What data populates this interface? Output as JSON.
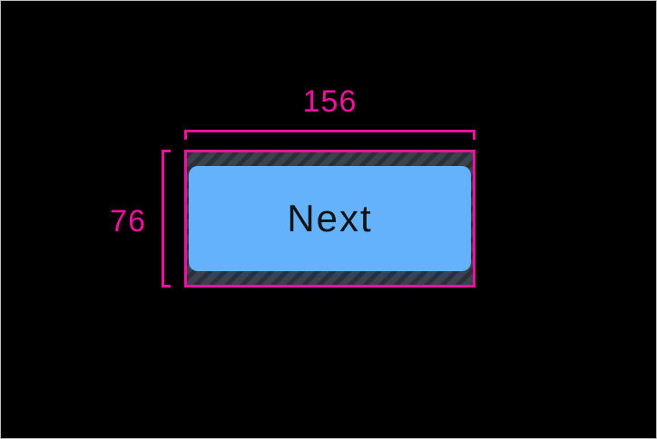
{
  "measurements": {
    "width": "156",
    "height": "76"
  },
  "button": {
    "label": "Next"
  },
  "colors": {
    "accent": "#f40fa0",
    "button_fill": "#64b2fa",
    "button_text": "#101214",
    "hatch_base": "#3a424b",
    "hatch_stripe": "#293038",
    "canvas_bg": "#000000",
    "frame_border": "#bdbdbd"
  }
}
